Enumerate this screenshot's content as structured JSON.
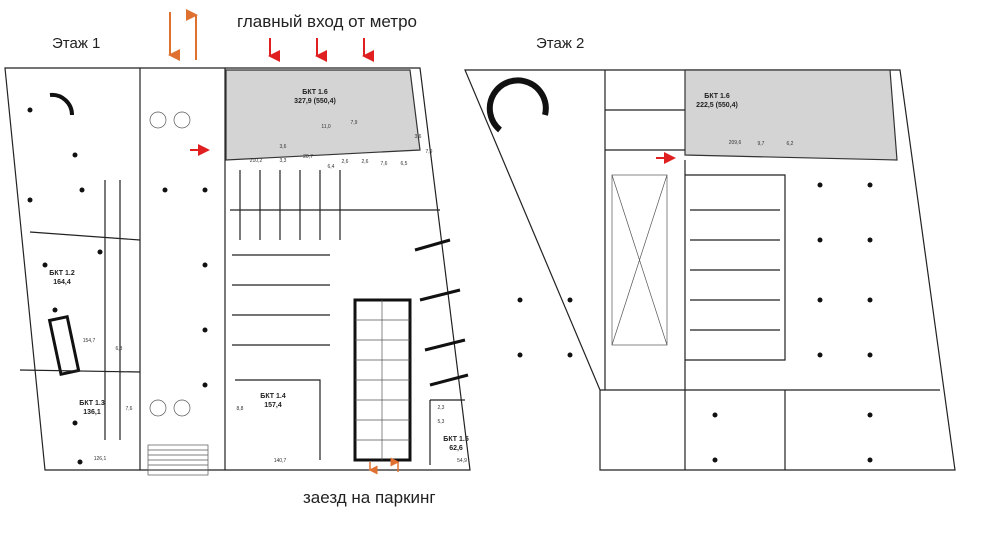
{
  "floor1": {
    "title": "Этаж 1",
    "units": [
      {
        "name": "БКТ 1.6",
        "area": "327,9 (550,4)"
      },
      {
        "name": "БКТ 1.2",
        "area": "164,4"
      },
      {
        "name": "БКТ 1.3",
        "area": "136,1"
      },
      {
        "name": "БКТ 1.4",
        "area": "157,4"
      },
      {
        "name": "БКТ 1.5",
        "area": "62,6"
      }
    ],
    "rooms": [
      "210,2",
      "3,6",
      "3,3",
      "20,7",
      "11,0",
      "7,9",
      "2,6",
      "2,6",
      "7,6",
      "6,5",
      "7,9",
      "3,6",
      "6,4",
      "154,7",
      "6,3",
      "7,6",
      "126,1",
      "8,8",
      "140,7",
      "54,9",
      "5,3",
      "2,3"
    ]
  },
  "floor2": {
    "title": "Этаж 2",
    "units": [
      {
        "name": "БКТ 1.6",
        "area": "222,5 (550,4)"
      }
    ],
    "rooms": [
      "209,6",
      "9,7",
      "6,2"
    ]
  },
  "annotations": {
    "main_entrance": "главный вход от метро",
    "parking_entrance": "заезд на паркинг"
  },
  "colors": {
    "arrow_red": "#e02020",
    "arrow_orange": "#e07030",
    "unit_fill": "#d4d4d4"
  }
}
